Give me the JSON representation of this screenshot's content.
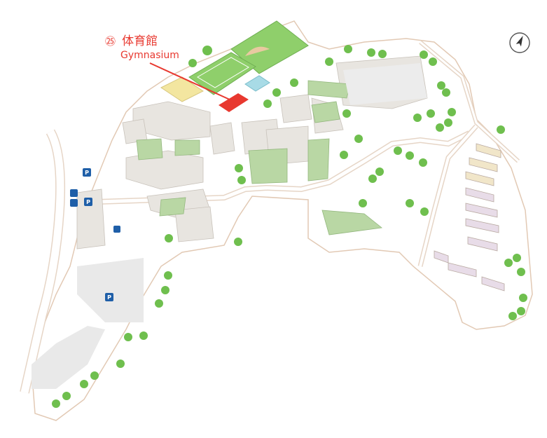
{
  "highlight": {
    "number": "㉕",
    "name_ja": "体育館",
    "name_en": "Gymnasium",
    "color": "#e8382f"
  },
  "parking": {
    "label": "P",
    "color": "#1f5fa8"
  },
  "compass": {
    "icon": "compass-north-arrow-icon"
  },
  "icons": [
    "bicycle-parking-icon",
    "motorcycle-parking-icon",
    "tree-icon"
  ]
}
